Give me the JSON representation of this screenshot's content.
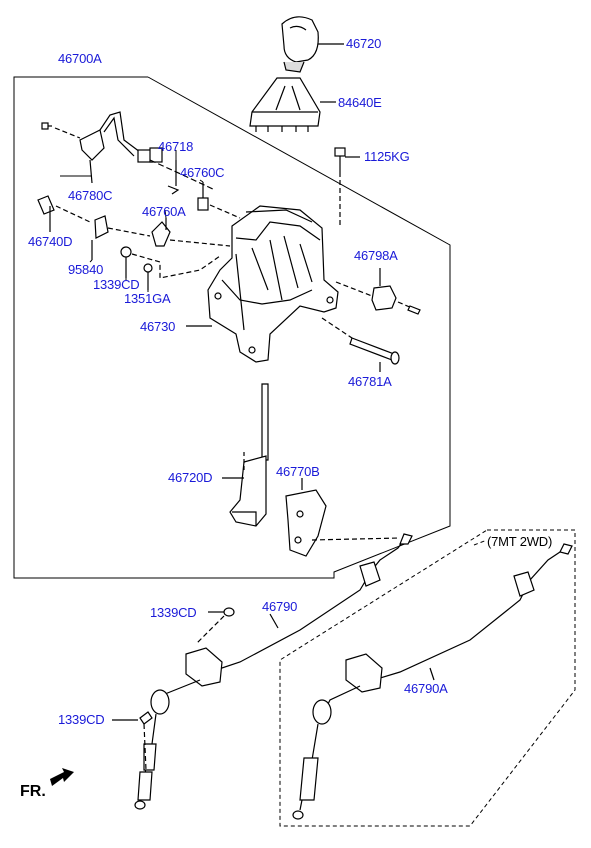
{
  "labels": {
    "p46720": "46720",
    "p84640E": "84640E",
    "p46700A": "46700A",
    "p1125KG": "1125KG",
    "p46718": "46718",
    "p46760C": "46760C",
    "p46780C": "46780C",
    "p46760A": "46760A",
    "p46740D": "46740D",
    "p95840": "95840",
    "p1339CD_a": "1339CD",
    "p1351GA": "1351GA",
    "p46798A": "46798A",
    "p46730": "46730",
    "p46781A": "46781A",
    "p46720D": "46720D",
    "p46770B": "46770B",
    "p7MT": "(7MT 2WD)",
    "p1339CD_b": "1339CD",
    "p46790": "46790",
    "p46790A": "46790A",
    "p1339CD_c": "1339CD",
    "fr": "FR."
  },
  "colors": {
    "label": "#1a1ad8",
    "line": "#000000"
  }
}
